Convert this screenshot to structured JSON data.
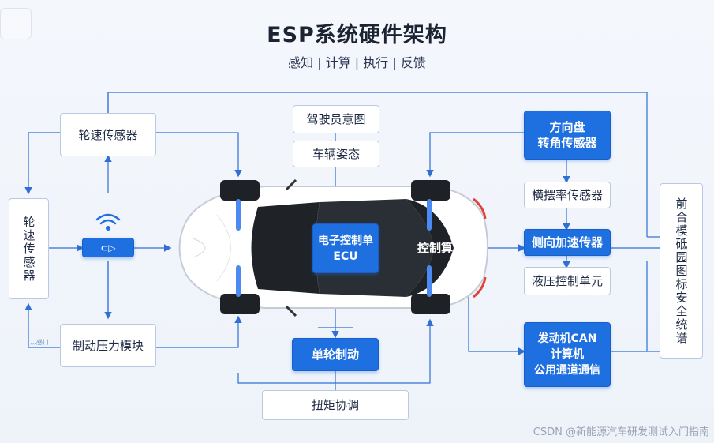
{
  "header": {
    "title": "ESP系统硬件架构",
    "subtitle": "感知 | 计算 | 执行 | 反馈"
  },
  "nodes": {
    "wheel_speed_top": "轮速传感器",
    "wheel_speed_left": "轮速传感器",
    "brake_module": "制动压力模块",
    "driver_intent": "驾驶员意图",
    "vehicle_attitude": "车辆姿态",
    "ecu": "电子控制单\nECU",
    "control_algo": "控制算法",
    "single_wheel_brake": "单轮制动",
    "torque_coord": "扭矩协调",
    "steering_sensor": "方向盘\n转角传感器",
    "yaw_sensor": "横摆率传感器",
    "lateral_accel": "侧向加速传器",
    "hydraulic_unit": "液压控制单元",
    "engine_can": "发动机CAN\n计算机\n公用通道通信",
    "right_panel": "前合模砥园图标安全统谱"
  },
  "small_label": "灬感ㄩ",
  "watermark": "CSDN @新能源汽车研发测试入门指南",
  "colors": {
    "accent": "#1e6fe0",
    "line": "#2f6fd6",
    "box_border": "#b9c9e4"
  },
  "icons": [
    "wifi-icon",
    "sensor-chip-icon",
    "car-topview-icon"
  ]
}
